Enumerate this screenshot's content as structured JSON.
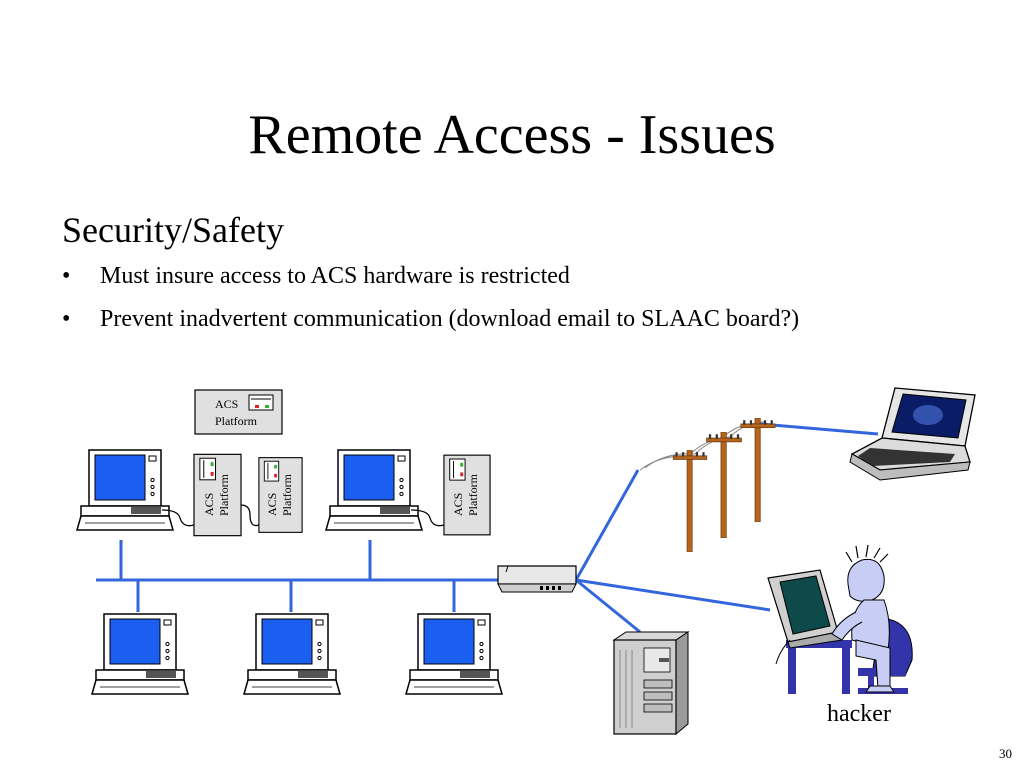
{
  "slide": {
    "title": "Remote Access - Issues",
    "subheading": "Security/Safety",
    "bullets": [
      "Must insure access to ACS hardware is restricted",
      "Prevent inadvertent communication (download email to SLAAC board?)"
    ],
    "slide_number": "30"
  },
  "diagram": {
    "acs_label_line1": "ACS",
    "acs_label_line2": "Platform",
    "hacker_label": "hacker",
    "colors": {
      "network_line": "#3366dd",
      "screen": "#1a5ff0",
      "pole": "#b8651c",
      "person": "#c7cdf4",
      "chair": "#3333aa",
      "box_fill": "#e0e0e0"
    },
    "icons": [
      "desktop-computer-icon",
      "acs-platform-icon",
      "router-icon",
      "telephone-pole-icon",
      "laptop-icon",
      "server-tower-icon",
      "hacker-icon"
    ]
  }
}
